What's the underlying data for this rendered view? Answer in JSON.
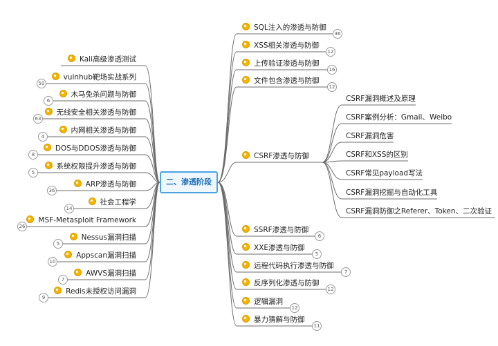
{
  "central": "二、渗透阶段",
  "left": [
    {
      "label": "Kali高级渗透测试",
      "count": ""
    },
    {
      "label": "vulnhub靶场实战系列",
      "count": "50"
    },
    {
      "label": "木马免杀问题与防御",
      "count": "6"
    },
    {
      "label": "无线安全相关渗透与防御",
      "count": "63"
    },
    {
      "label": "内网相关渗透与防御",
      "count": "4"
    },
    {
      "label": "DOS与DDOS渗透与防御",
      "count": "8"
    },
    {
      "label": "系统权限提升渗透与防御",
      "count": "5"
    },
    {
      "label": "ARP渗透与防御",
      "count": "36"
    },
    {
      "label": "社会工程学",
      "count": "14"
    },
    {
      "label": "MSF-Metasploit Framework",
      "count": "26"
    },
    {
      "label": "Nessus漏洞扫描",
      "count": "5"
    },
    {
      "label": "Appscan漏洞扫描",
      "count": "10"
    },
    {
      "label": "AWVS漏洞扫描",
      "count": "7"
    },
    {
      "label": "Redis未授权访问漏洞",
      "count": "9"
    }
  ],
  "right": [
    {
      "label": "SQL注入的渗透与防御",
      "count": "36"
    },
    {
      "label": "XSS相关渗透与防御",
      "count": "12"
    },
    {
      "label": "上传验证渗透与防御",
      "count": "16"
    },
    {
      "label": "文件包含渗透与防御",
      "count": "12"
    },
    {
      "label": "CSRF渗透与防御",
      "count": ""
    },
    {
      "label": "SSRF渗透与防御",
      "count": "6"
    },
    {
      "label": "XXE渗透与防御",
      "count": "5"
    },
    {
      "label": "远程代码执行渗透与防御",
      "count": "7"
    },
    {
      "label": "反序列化渗透与防御",
      "count": "12"
    },
    {
      "label": "逻辑漏洞",
      "count": "12"
    },
    {
      "label": "暴力猜解与防御",
      "count": "11"
    }
  ],
  "csrf_children": [
    "CSRF漏洞概述及原理",
    "CSRF案例分析：Gmail、Weibo",
    "CSRF漏洞危害",
    "CSRF和XSS的区别",
    "CSRF常见payload写法",
    "CSRF漏洞挖掘与自动化工具",
    "CSRF漏洞防御之Referer、Token、二次验证"
  ],
  "colors": {
    "line": "#6b6b6b",
    "icon": "#f5b400",
    "center_border": "#4aa3df"
  }
}
